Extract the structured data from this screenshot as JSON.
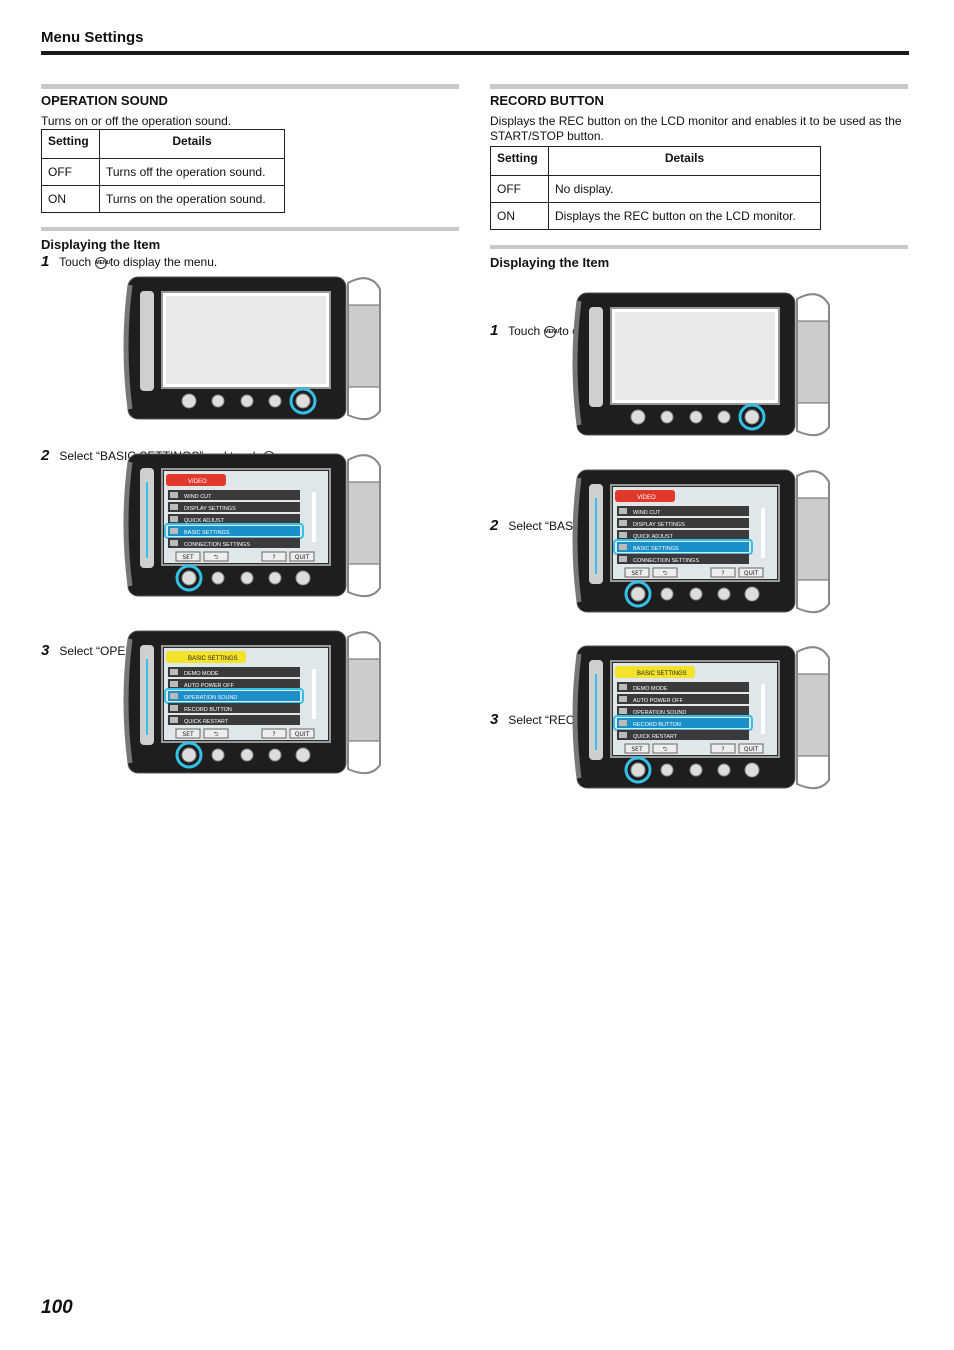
{
  "header": {
    "title": "Menu Settings"
  },
  "left": {
    "section_title": "OPERATION SOUND",
    "description": "Turns on or off the operation sound.",
    "table": {
      "headers": [
        "Setting",
        "Details"
      ],
      "rows": [
        [
          "OFF",
          "Turns off the operation sound."
        ],
        [
          "ON",
          "Turns on the operation sound."
        ]
      ]
    },
    "subsection_title": "Displaying the Item",
    "steps": [
      {
        "num": "1",
        "pre": "Touch",
        "icon": "MENU",
        "post": "to display the menu."
      },
      {
        "num": "2",
        "pre": "Select “BASIC SETTINGS” and touch",
        "icon": "OK",
        "post": "."
      },
      {
        "num": "3",
        "pre": "Select “OPERATION SOUND” and touch",
        "icon": "OK",
        "post": "."
      }
    ]
  },
  "right": {
    "section_title": "RECORD BUTTON",
    "description": "Displays the REC button on the LCD monitor and enables it to be used as the START/STOP button.",
    "table": {
      "headers": [
        "Setting",
        "Details"
      ],
      "rows": [
        [
          "OFF",
          "No display."
        ],
        [
          "ON",
          "Displays the REC button on the LCD monitor."
        ]
      ]
    },
    "subsection_title": "Displaying the Item",
    "steps": [
      {
        "num": "1",
        "pre": "Touch",
        "icon": "MENU",
        "post": "to display the menu."
      },
      {
        "num": "2",
        "pre": "Select “BASIC SETTINGS” and touch",
        "icon": "OK",
        "post": "."
      },
      {
        "num": "3",
        "pre": "Select “RECORD BUTTON” and touch",
        "icon": "OK",
        "post": "."
      }
    ]
  },
  "menu1": {
    "header": "VIDEO",
    "items": [
      "WIND CUT",
      "DISPLAY SETTINGS",
      "QUICK ADJUST",
      "BASIC SETTINGS",
      "CONNECTION SETTINGS"
    ],
    "selected": 3,
    "footer": [
      "SET",
      "⮌",
      "?",
      "QUIT"
    ]
  },
  "menu2_left": {
    "header": "BASIC SETTINGS",
    "items": [
      "DEMO MODE",
      "AUTO POWER OFF",
      "OPERATION SOUND",
      "RECORD BUTTON",
      "QUICK RESTART"
    ],
    "selected": 2,
    "footer": [
      "SET",
      "⮌",
      "?",
      "QUIT"
    ]
  },
  "menu2_right": {
    "header": "BASIC SETTINGS",
    "items": [
      "DEMO MODE",
      "AUTO POWER OFF",
      "OPERATION SOUND",
      "RECORD BUTTON",
      "QUICK RESTART"
    ],
    "selected": 3,
    "footer": [
      "SET",
      "⮌",
      "?",
      "QUIT"
    ]
  },
  "colors": {
    "highlight": "#35c0e8",
    "video_tab": "#e0382b",
    "basic_tab": "#f3e12a",
    "rule": "#c8c8c8"
  },
  "footer": {
    "page_number": "100"
  }
}
